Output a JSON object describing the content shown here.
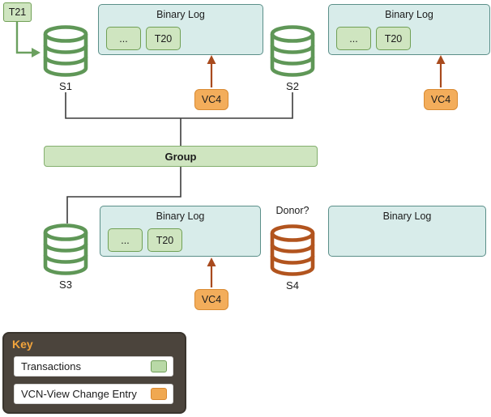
{
  "transaction_in": {
    "label": "T21"
  },
  "servers": [
    {
      "label": "S1"
    },
    {
      "label": "S2"
    },
    {
      "label": "S3"
    },
    {
      "label": "S4",
      "annotation": "Donor?"
    }
  ],
  "binary_logs": [
    {
      "title": "Binary Log",
      "entries": [
        "...",
        "T20"
      ]
    },
    {
      "title": "Binary Log",
      "entries": [
        "...",
        "T20"
      ]
    },
    {
      "title": "Binary Log",
      "entries": [
        "...",
        "T20"
      ]
    },
    {
      "title": "Binary Log",
      "entries": []
    }
  ],
  "view_change_entries": [
    {
      "label": "VC4"
    },
    {
      "label": "VC4"
    },
    {
      "label": "VC4"
    }
  ],
  "group": {
    "label": "Group"
  },
  "key": {
    "title": "Key",
    "items": [
      {
        "label": "Transactions",
        "swatch_color": "#b9d9a7"
      },
      {
        "label": "VCN-View Change Entry",
        "swatch_color": "#f0a851"
      }
    ]
  },
  "colors": {
    "transaction_fill": "#cfe5c0",
    "transaction_border": "#70a055",
    "binary_log_fill": "#d8ecea",
    "binary_log_border": "#5b8f89",
    "view_change_fill": "#f3ad5b",
    "view_change_border": "#d98b33",
    "view_change_arrow": "#a84a1d",
    "server_cylinder_green": "#5f9757",
    "donor_cylinder_orange": "#b2541e",
    "connector_line": "#3c3c3c",
    "key_background": "#4b443c",
    "key_title_color": "#f2a43c"
  }
}
